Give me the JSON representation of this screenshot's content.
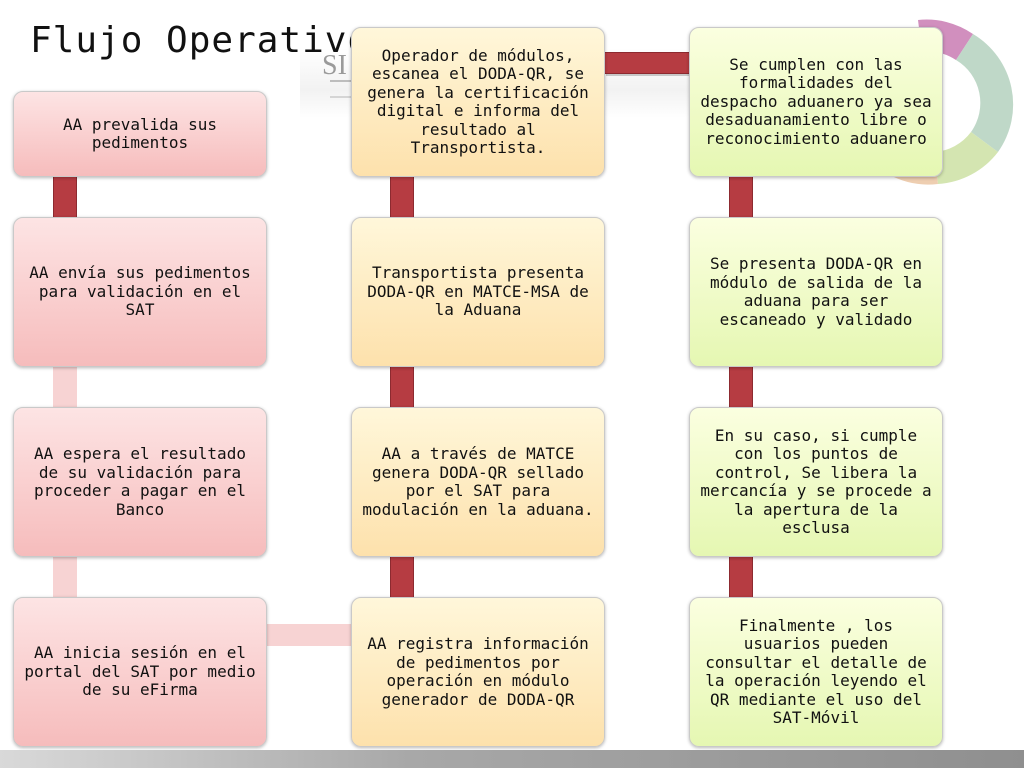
{
  "title": "Flujo Operativo",
  "colors": {
    "column1": "#f6bcbc",
    "column2": "#fde1ac",
    "column3": "#e5f7b2",
    "connector": "#b63c42"
  },
  "background": {
    "logo_text": "SI"
  },
  "columns": [
    {
      "steps": [
        {
          "text": "AA prevalida sus pedimentos"
        },
        {
          "text": "AA envía sus pedimentos para validación en el SAT"
        },
        {
          "text": "AA espera el resultado de su validación para proceder a pagar en el Banco"
        },
        {
          "text": "AA inicia sesión en el portal del SAT por medio de su eFirma"
        }
      ]
    },
    {
      "steps": [
        {
          "text": "AA registra información de pedimentos por operación en módulo generador de DODA-QR"
        },
        {
          "text": "AA a través de MATCE genera DODA-QR sellado por el SAT para modulación en la aduana."
        },
        {
          "text": "Transportista presenta DODA-QR en MATCE-MSA de la Aduana"
        },
        {
          "text": "Operador de módulos, escanea el DODA-QR, se genera la certificación digital e informa del resultado al Transportista."
        }
      ]
    },
    {
      "steps": [
        {
          "text": "Se cumplen con las formalidades del despacho aduanero ya sea desaduanamiento libre o reconocimiento aduanero"
        },
        {
          "text": "Se presenta DODA-QR en módulo de salida de la aduana para ser escaneado y validado"
        },
        {
          "text": "En su caso, si cumple con los puntos de control, Se libera la mercancía y se procede a la apertura de la esclusa"
        },
        {
          "text": "Finalmente , los usuarios pueden consultar el detalle de la operación leyendo el QR mediante el uso del SAT-Móvil"
        }
      ]
    }
  ]
}
